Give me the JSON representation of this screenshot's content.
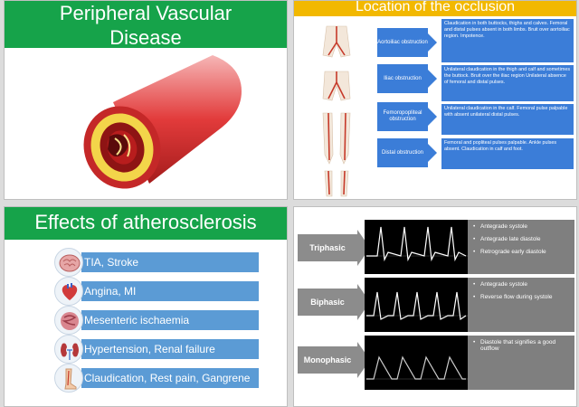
{
  "panel1": {
    "title_line1": "Peripheral Vascular",
    "title_line2": "Disease"
  },
  "panel2": {
    "title": "Location of the occlusion",
    "rows": [
      {
        "label": "Aortoiliac obstruction",
        "desc": "Claudication in both buttocks, thighs and calves. Femoral and distal pulses absent in both limbs. Bruit over aortoiliac region. Impotence."
      },
      {
        "label": "Iliac obstruction",
        "desc": "Unilateral claudication in the thigh and calf and sometimes the buttock. Bruit over the iliac region Unilateral absence of femoral and distal pulses."
      },
      {
        "label": "Femoropopliteal obstruction",
        "desc": "Unilateral claudication in the calf. Femoral pulse palpable with absent unilateral distal pulses."
      },
      {
        "label": "Distal obstruction",
        "desc": "Femoral and popliteal pulses palpable. Ankle pulses absent. Claudication in calf and foot."
      }
    ]
  },
  "panel3": {
    "title": "Effects of atherosclerosis",
    "items": [
      {
        "text": "TIA, Stroke",
        "icon": "brain-icon"
      },
      {
        "text": "Angina, MI",
        "icon": "heart-icon"
      },
      {
        "text": "Mesenteric ischaemia",
        "icon": "intestine-icon"
      },
      {
        "text": "Hypertension, Renal failure",
        "icon": "kidney-icon"
      },
      {
        "text": "Claudication, Rest pain, Gangrene",
        "icon": "leg-icon"
      }
    ]
  },
  "panel4": {
    "rows": [
      {
        "label": "Triphasic",
        "bullets": [
          "Antegrade systole",
          "Antegrade late diastole",
          "Retrograde early diastole"
        ]
      },
      {
        "label": "Biphasic",
        "bullets": [
          "Antegrade systole",
          "Reverse flow during systole"
        ]
      },
      {
        "label": "Monophasic",
        "bullets": [
          "Diastole that signifies a good outflow"
        ]
      }
    ]
  },
  "colors": {
    "green": "#16a34a",
    "yellow": "#f2b800",
    "blue": "#3b7dd8",
    "grey": "#8c8c8c"
  }
}
